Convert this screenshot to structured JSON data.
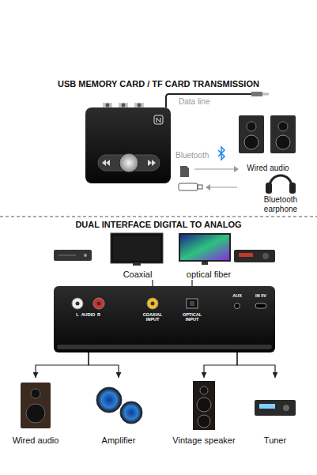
{
  "diagram": {
    "title": "USB MEMORY CARD / TF CARD TRANSMISSION",
    "nodes": [
      {
        "text": [
          "Wired audio"
        ]
      },
      {
        "text": [
          "Bluetooth earphone"
        ]
      },
      {
        "text": [
          "Coaxial"
        ]
      },
      {
        "text": [
          "optical fiber"
        ]
      },
      {
        "text": [
          "L",
          "AUDIO",
          "R",
          "COAXIAL INPUT",
          "OPTICAL INPUT",
          "AUX",
          "IN 5V"
        ]
      },
      {
        "text": [
          "Wired audio"
        ]
      },
      {
        "text": [
          "Amplifier"
        ]
      },
      {
        "text": [
          "Vintage speaker"
        ]
      },
      {
        "text": [
          "Tuner"
        ]
      }
    ],
    "edges": [
      {
        "from": 2,
        "to": 4,
        "arrow": "none"
      },
      {
        "from": 3,
        "to": 4,
        "arrow": "none"
      },
      {
        "from": 4,
        "to": 5,
        "arrow": "to"
      },
      {
        "from": 4,
        "to": 6,
        "arrow": "to"
      },
      {
        "from": 4,
        "to": 7,
        "arrow": "to"
      },
      {
        "from": 4,
        "to": 8,
        "arrow": "to"
      }
    ],
    "labels": [
      "Data line",
      "Bluetooth",
      "DUAL INTERFACE DIGITAL TO ANALOG"
    ]
  }
}
